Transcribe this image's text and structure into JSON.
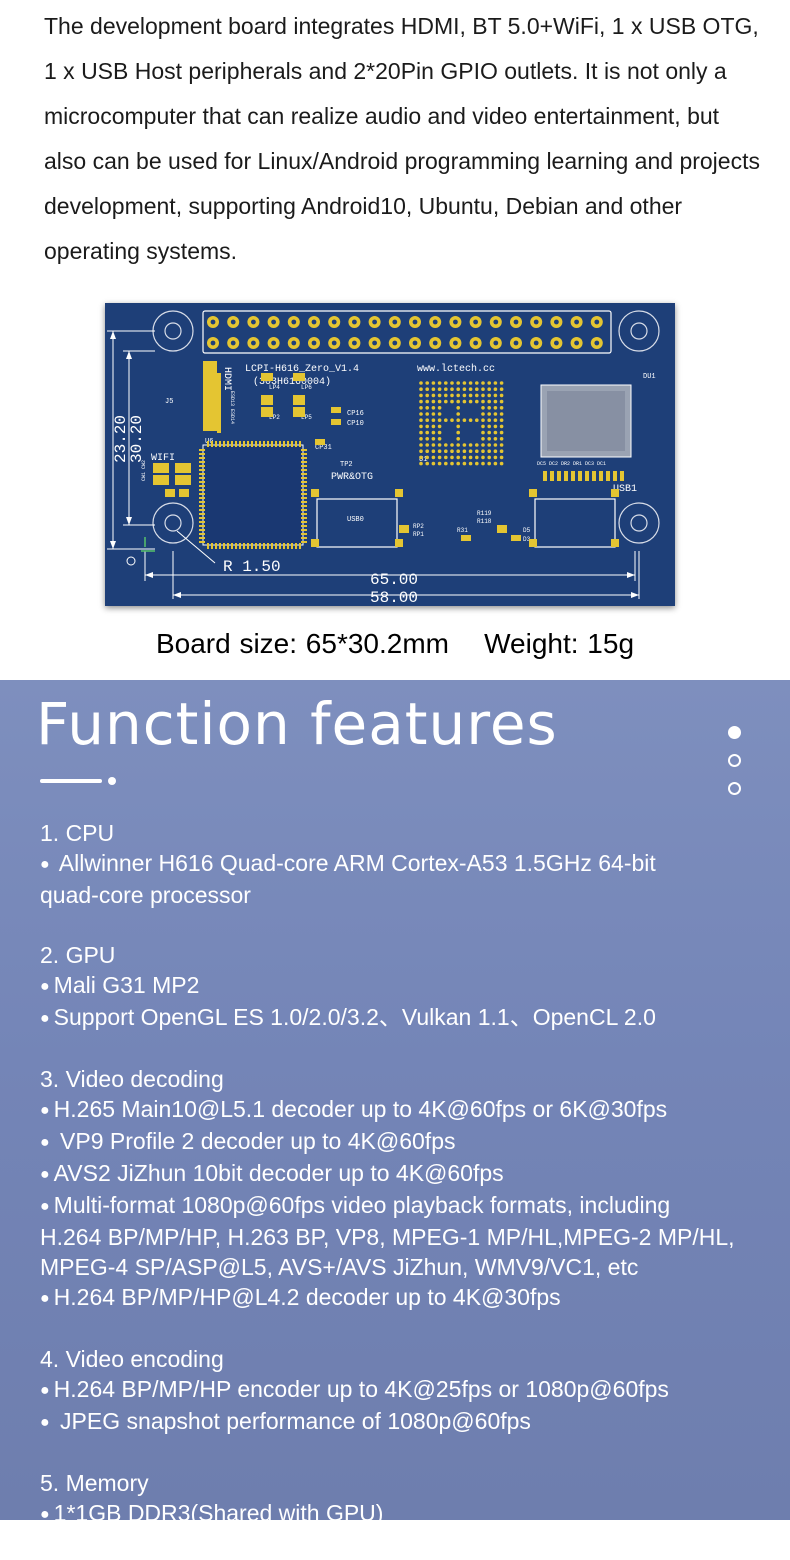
{
  "intro": "The development board integrates HDMI, BT 5.0+WiFi, 1 x USB OTG, 1 x USB Host peripherals and 2*20Pin GPIO outlets. It is not only a microcomputer that can realize audio and video entertainment, but also can be used for Linux/Android programming learning and projects development, supporting Android10, Ubuntu, Debian and other operating systems.",
  "board": {
    "model": "LCPI-H616_Zero_V1.4",
    "part_no": "(303H6160004)",
    "website": "www.lctech.cc",
    "hdmi": "HDMI",
    "wifi": "WIFI",
    "pwr_otg": "PWR&OTG",
    "usb0": "USB0",
    "usb1": "USB1",
    "radius": "R 1.50",
    "dim_width_outer": "65.00",
    "dim_width_inner": "58.00",
    "dim_height_outer": "30.20",
    "dim_height_inner": "23.20",
    "ref_j5": "J5",
    "ref_j8": "J8",
    "ref_u6": "U6",
    "ref_u1": "U1",
    "ref_du1": "DU1",
    "ref_tp2": "TP2",
    "ref_cp31": "CP31",
    "ref_cp16": "CP16",
    "ref_cp10": "CP10",
    "ref_lp4": "LP4",
    "ref_lp2": "LP2",
    "ref_lp6": "LP6",
    "ref_lp5": "LP5",
    "ref_rp2": "RP2",
    "ref_rp1": "RP1",
    "ref_r31": "R31",
    "ref_r119": "R119",
    "ref_r118": "R118",
    "ref_d5": "D5",
    "ref_d3": "D3",
    "ref_esd": "ESD13 ESD14",
    "ref_caps": "DC5 DC2 DR2 DR1 DC3 DC1",
    "ref_cw": "CW1 CW2"
  },
  "caption": "Board size: 65*30.2mm    Weight: 15g",
  "features": {
    "heading": "Function features",
    "sections": [
      {
        "title": "1. CPU",
        "lines": [
          {
            "b": true,
            "t": " Allwinner H616 Quad-core ARM Cortex-A53 1.5GHz 64-bit"
          },
          {
            "b": false,
            "t": "quad-core processor"
          }
        ]
      },
      {
        "title": "2. GPU",
        "lines": [
          {
            "b": true,
            "t": "Mali G31 MP2"
          },
          {
            "b": true,
            "t": "Support OpenGL ES 1.0/2.0/3.2、Vulkan 1.1、OpenCL 2.0"
          }
        ]
      },
      {
        "title": "3. Video decoding",
        "lines": [
          {
            "b": true,
            "t": "H.265 Main10@L5.1 decoder up to 4K@60fps or 6K@30fps"
          },
          {
            "b": true,
            "t": " VP9 Profile 2 decoder up to 4K@60fps"
          },
          {
            "b": true,
            "t": "AVS2 JiZhun 10bit decoder up to 4K@60fps"
          },
          {
            "b": true,
            "t": "Multi-format 1080p@60fps video playback formats, including"
          },
          {
            "b": false,
            "t": " H.264 BP/MP/HP, H.263 BP, VP8, MPEG-1 MP/HL,MPEG-2 MP/HL,"
          },
          {
            "b": false,
            "t": "MPEG-4 SP/ASP@L5, AVS+/AVS JiZhun, WMV9/VC1, etc"
          },
          {
            "b": true,
            "t": "H.264 BP/MP/HP@L4.2 decoder up to 4K@30fps"
          }
        ]
      },
      {
        "title": "4. Video encoding",
        "lines": [
          {
            "b": true,
            "t": "H.264 BP/MP/HP encoder up to 4K@25fps or 1080p@60fps"
          },
          {
            "b": true,
            "t": " JPEG snapshot performance of 1080p@60fps"
          }
        ]
      },
      {
        "title": "5. Memory",
        "lines": [
          {
            "b": true,
            "t": "1*1GB DDR3(Shared with GPU)"
          }
        ]
      }
    ]
  },
  "colors": {
    "pcb": "#1e3f78",
    "pad": "#e4c532",
    "silk": "#ffffff",
    "panel": "#7e8fbe"
  }
}
